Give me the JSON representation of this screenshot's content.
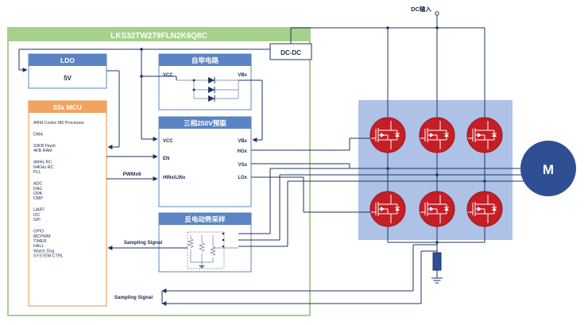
{
  "chip": {
    "title": "LKS32TW279FLN2K6Q8C"
  },
  "ldo": {
    "title": "LDO",
    "value": "5V"
  },
  "dcdc": {
    "label": "DC-DC"
  },
  "dc_input": {
    "label": "DC输入"
  },
  "bootstrap": {
    "title": "自举电路",
    "vcc": "VCC",
    "vbx": "VBx"
  },
  "predriver": {
    "title": "三相250V预驱",
    "pins_left": [
      "VCC",
      "EN",
      "HINx/LINx"
    ],
    "pins_right": [
      "VBx",
      "HOx",
      "VSx",
      "LOx"
    ]
  },
  "bemf": {
    "title": "反电动势采样"
  },
  "mcu": {
    "title": "03x MCU",
    "groups": [
      [
        "ARM Cortex M0 Processor"
      ],
      [
        "DMA"
      ],
      [
        "32KB Flash",
        "4KB RAM"
      ],
      [
        "4MHz RC",
        "64KHz RC",
        "PLL"
      ],
      [
        "ADC",
        "DAC",
        "OPA",
        "CMP"
      ],
      [
        "UART",
        "I2C",
        "SPI"
      ],
      [
        "GPIO",
        "MCPWM",
        "TIMER",
        "HALL",
        "Watch Dog",
        "SYSTEM CTRL"
      ]
    ]
  },
  "signals": {
    "pwm": "PWMx6",
    "sampling_1": "Sampling Signal",
    "sampling_2": "Sampling Signal"
  },
  "motor": {
    "label": "M"
  },
  "colors": {
    "header_blue": "#5b84c4",
    "mcu_orange": "#f0a460",
    "bridge_bg": "#aec1e6",
    "mosfet_red": "#c41e26",
    "motor_blue": "#2f4f94",
    "chip_green": "#a8d08d"
  }
}
